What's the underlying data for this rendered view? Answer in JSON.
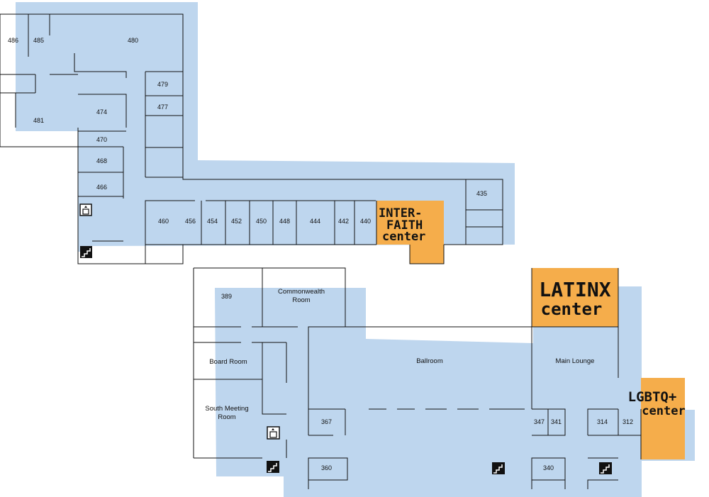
{
  "floor4": {
    "rooms": {
      "r486": "486",
      "r485": "485",
      "r480": "480",
      "r481": "481",
      "r479": "479",
      "r477": "477",
      "r474": "474",
      "r470": "470",
      "r468": "468",
      "r466": "466",
      "r460": "460",
      "r456": "456",
      "r454": "454",
      "r452": "452",
      "r450": "450",
      "r448": "448",
      "r444": "444",
      "r442": "442",
      "r440": "440",
      "r435": "435"
    },
    "centers": {
      "interfaith_line1": "INTER-",
      "interfaith_line2": "FAITH",
      "interfaith_line3": "center"
    }
  },
  "floor3": {
    "rooms": {
      "r389": "389",
      "commonwealth_1": "Commonwealth",
      "commonwealth_2": "Room",
      "board_room": "Board Room",
      "south_meeting_1": "South Meeting",
      "south_meeting_2": "Room",
      "ballroom": "Ballroom",
      "main_lounge": "Main Lounge",
      "r367": "367",
      "r360": "360",
      "r347": "347",
      "r341": "341",
      "r340": "340",
      "r314": "314",
      "r312": "312"
    },
    "centers": {
      "latinx_line1": "LATINX",
      "latinx_line2": "center",
      "lgbtq_line1": "LGBTQ+",
      "lgbtq_line2": "center"
    }
  },
  "colors": {
    "highlight_blue": "#bed6ee",
    "center_orange": "#f5ad4b",
    "wall": "#111111"
  },
  "icons": [
    "elevator-icon",
    "stairs-icon"
  ]
}
